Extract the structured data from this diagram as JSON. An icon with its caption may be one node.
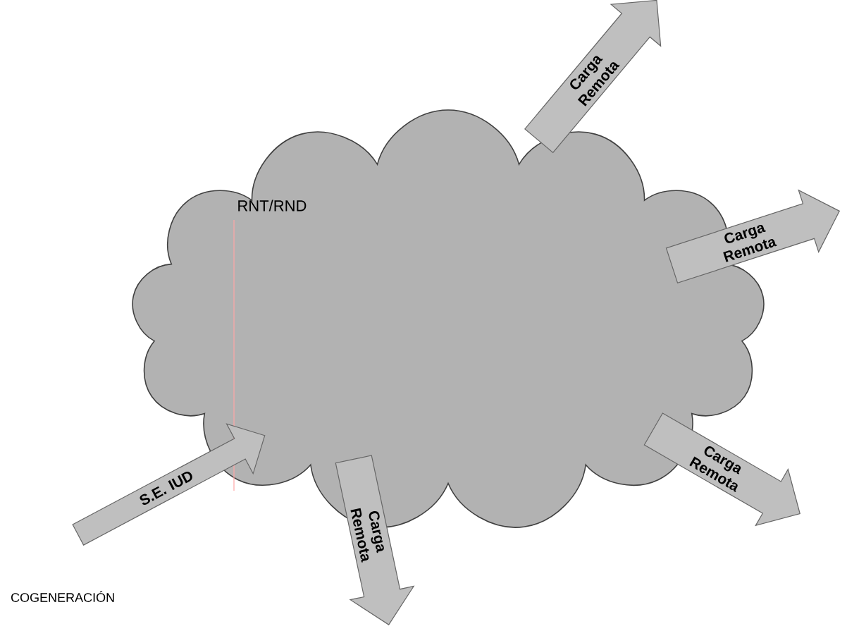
{
  "diagram": {
    "nodes": [
      {
        "text": [
          "RNT/RND"
        ]
      },
      {
        "text": [
          "S.E. IUD"
        ]
      },
      {
        "text": [
          "Carga Remota"
        ]
      },
      {
        "text": [
          "Carga Remota"
        ]
      },
      {
        "text": [
          "Carga Remota"
        ]
      },
      {
        "text": [
          "Carga Remota"
        ]
      }
    ],
    "labels": [
      "COGENERACIÓN"
    ]
  }
}
